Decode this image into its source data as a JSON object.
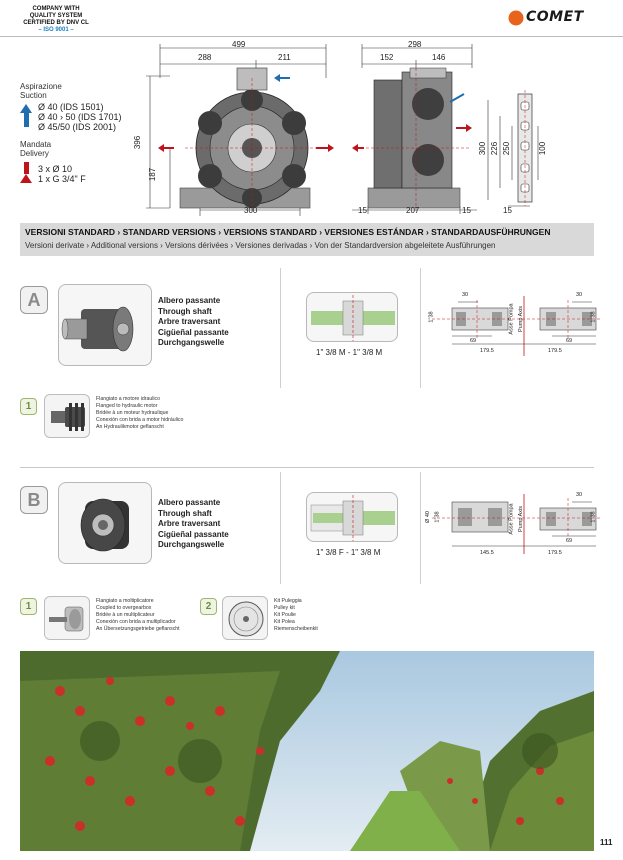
{
  "header": {
    "cert_line1": "COMPANY WITH",
    "cert_line2": "QUALITY SYSTEM",
    "cert_line3": "CERTIFIED BY DNV CL",
    "cert_iso": "– ISO 9001 –",
    "brand": "COMET",
    "accent_color": "#e8641b"
  },
  "legend": {
    "suction_it": "Aspirazione",
    "suction_en": "Suction",
    "suction_rows": [
      "Ø 40 (IDS 1501)",
      "Ø 40 › 50 (IDS 1701)",
      "Ø 45/50 (IDS 2001)"
    ],
    "delivery_it": "Mandata",
    "delivery_en": "Delivery",
    "delivery_rows": [
      "3 x Ø 10",
      "1 x G 3/4\" F"
    ]
  },
  "drawing_dims": {
    "front_width": "499",
    "front_left": "288",
    "front_right": "211",
    "front_height": "396",
    "front_axis": "187",
    "front_base": "300",
    "side_width": "298",
    "side_left": "152",
    "side_right": "146",
    "side_base": "207",
    "side_foot_l": "15",
    "side_foot_r": "15",
    "side_h1": "300",
    "side_h2": "226",
    "side_h3": "250",
    "foot_h": "100",
    "foot_w": "15"
  },
  "band": {
    "title": "VERSIONI STANDARD › STANDARD VERSIONS › VERSIONS STANDARD › VERSIONES ESTÁNDAR › STANDARDAUSFÜHRUNGEN",
    "subtitle": "Versioni derivate › Additional versions › Versions dérivées › Versiones derivadas › Von der Standardversion abgeleitete Ausführungen"
  },
  "section_a": {
    "letter": "A",
    "labels": [
      "Albero passante",
      "Through shaft",
      "Arbre traversant",
      "Cigüeñal passante",
      "Durchgangswelle"
    ],
    "shaft_caption": "1\" 3/8 M - 1\" 3/8 M",
    "dims": {
      "d1": "30",
      "d2": "30",
      "d3": "1\"38",
      "d4": "1\"38",
      "d5": "69",
      "d6": "69",
      "d7": "179.5",
      "d8": "179.5",
      "axis_it": "Asse Pompa",
      "axis_en": "Pump Axis"
    },
    "accessory": {
      "num": "1",
      "lines": [
        "Flangiato a motore idraulico",
        "Flanged to hydraulic motor",
        "Bridée à un moteur hydraulique",
        "Conexión con brida a motor hidráulico",
        "An Hydraulikmotor geflanscht"
      ]
    }
  },
  "section_b": {
    "letter": "B",
    "labels": [
      "Albero passante",
      "Through shaft",
      "Arbre traversant",
      "Cigüeñal passante",
      "Durchgangswelle"
    ],
    "shaft_caption": "1\" 3/8 F - 1\" 3/8 M",
    "dims": {
      "d1": "30",
      "d2": "Ø 40",
      "d3": "1\"38",
      "d4": "1\"38",
      "d5": "69",
      "d7": "145.5",
      "d8": "179.5",
      "axis_it": "Asse Pompa",
      "axis_en": "Pump Axis"
    },
    "accessory1": {
      "num": "1",
      "lines": [
        "Flangiato a moltiplicatore",
        "Coupled to overgearbox",
        "Bridée à un multiplicateur",
        "Conexión con brida a multiplicador",
        "An Übersetzungsgetriebe geflanscht"
      ]
    },
    "accessory2": {
      "num": "2",
      "lines": [
        "Kit Puleggia",
        "Pulley kit",
        "Kit Poulie",
        "Kit Polea",
        "Riemenscheibenkit"
      ]
    }
  },
  "page_number": "111"
}
